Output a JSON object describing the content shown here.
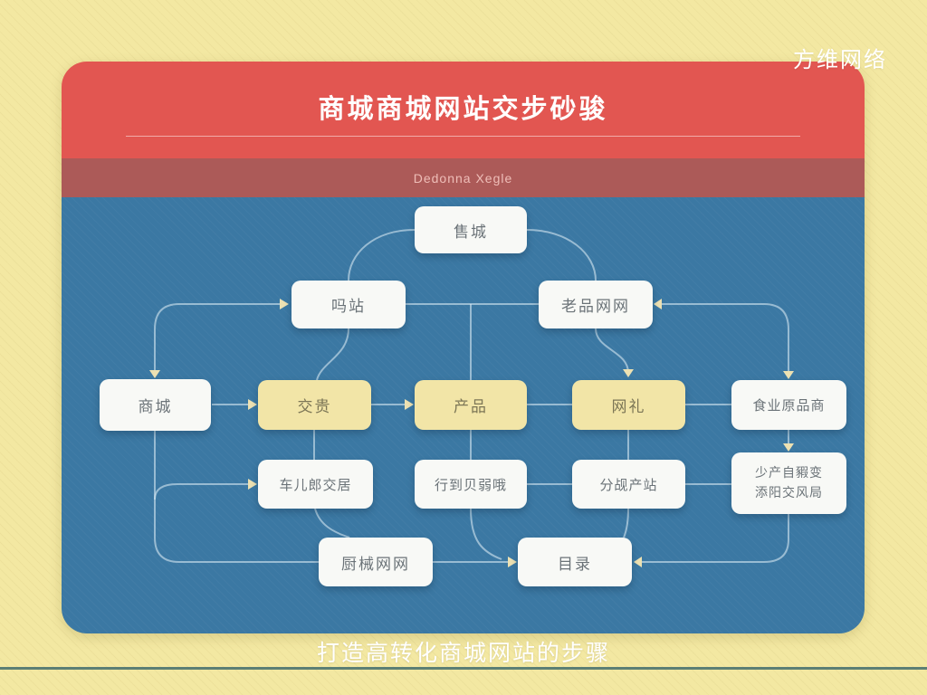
{
  "watermark": "方维网络",
  "header": {
    "title": "商城商城网站交步砂骏",
    "subtitle": "Dedonna Xegle"
  },
  "caption": "打造高转化商城网站的步骤",
  "colors": {
    "page_bg": "#F3E8A2",
    "header_bg": "#E25651",
    "subheader_bg": "#AC5A58",
    "canvas_bg": "#3B78A3",
    "node_bg": "#F8F9F6",
    "node_highlight_bg": "#F2E5A7",
    "connector": "#CFE0EB",
    "arrowhead": "#EDE1B2"
  },
  "diagram": {
    "nodes": [
      {
        "id": "top",
        "label": "售城",
        "variant": "white"
      },
      {
        "id": "mid-left",
        "label": "吗站",
        "variant": "white"
      },
      {
        "id": "mid-right",
        "label": "老品网网",
        "variant": "white"
      },
      {
        "id": "row2-1",
        "label": "商城",
        "variant": "white"
      },
      {
        "id": "row2-2",
        "label": "交贵",
        "variant": "yellow"
      },
      {
        "id": "row2-3",
        "label": "产品",
        "variant": "yellow"
      },
      {
        "id": "row2-4",
        "label": "网礼",
        "variant": "yellow"
      },
      {
        "id": "row2-5",
        "label": "食业原品商",
        "variant": "white"
      },
      {
        "id": "row3-1",
        "label": "车儿郎交居",
        "variant": "white"
      },
      {
        "id": "row3-2",
        "label": "行到贝弱哦",
        "variant": "white"
      },
      {
        "id": "row3-3",
        "label": "分觇产站",
        "variant": "white"
      },
      {
        "id": "row3-4",
        "label": "少产自豭变",
        "label2": "添阳交风局",
        "variant": "white"
      },
      {
        "id": "bottom-left",
        "label": "厨械网网",
        "variant": "white"
      },
      {
        "id": "bottom-right",
        "label": "目录",
        "variant": "white"
      }
    ]
  }
}
